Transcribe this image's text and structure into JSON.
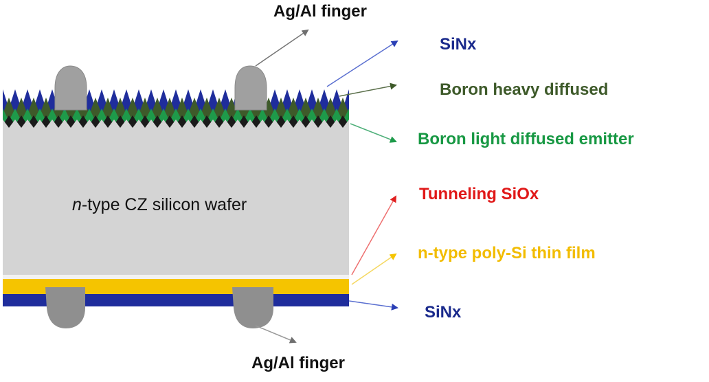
{
  "labels": {
    "finger_top": "Ag/Al finger",
    "finger_bottom": "Ag/Al finger",
    "sinx_top": "SiNx",
    "boron_heavy": "Boron heavy diffused",
    "boron_light": "Boron light diffused emitter",
    "tunneling": "Tunneling SiOx",
    "poly_si": "n-type poly-Si thin film",
    "sinx_bottom": "SiNx",
    "wafer_prefix": "n",
    "wafer_rest": "-type CZ silicon wafer"
  },
  "colors": {
    "sinx": "#1f2d9c",
    "boron_heavy": "#3e5a2a",
    "boron_light": "#1e9a4a",
    "tunneling": "#e02020",
    "poly_si": "#f5c400",
    "wafer": "#d4d4d4",
    "finger": "#9a9a9a",
    "arrow_gray": "#777777"
  }
}
